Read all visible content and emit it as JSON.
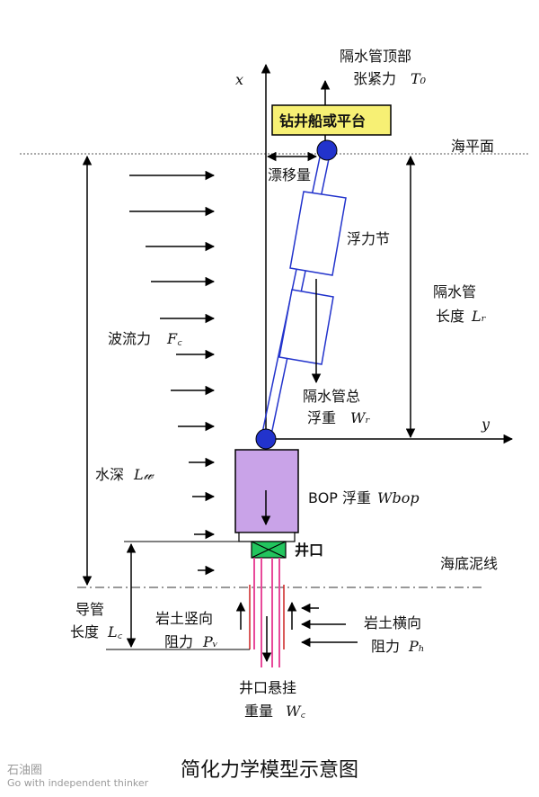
{
  "labels": {
    "x_axis": "x",
    "y_axis": "y",
    "top_tension_1": "隔水管顶部",
    "top_tension_2": "张紧力",
    "top_tension_sym": "T₀",
    "platform": "钻井船或平台",
    "sea_level": "海平面",
    "drift": "漂移量",
    "buoyancy_section": "浮力节",
    "riser_length_1": "隔水管",
    "riser_length_2": "长度",
    "riser_length_sym": "Lᵣ",
    "wave_force": "波流力",
    "wave_force_sym": "F꜀",
    "riser_weight_1": "隔水管总",
    "riser_weight_2": "浮重",
    "riser_weight_sym": "Wᵣ",
    "water_depth": "水深",
    "water_depth_sym": "L𝓌",
    "bop": "BOP 浮重",
    "bop_sym": "Wbop",
    "wellhead": "井口",
    "mudline": "海底泥线",
    "conductor_1": "导管",
    "conductor_2": "长度",
    "conductor_sym": "L꜀",
    "soil_v_1": "岩土竖向",
    "soil_v_2": "阻力",
    "soil_v_sym": "Pᵥ",
    "soil_h_1": "岩土横向",
    "soil_h_2": "阻力",
    "soil_h_sym": "Pₕ",
    "wh_load_1": "井口悬挂",
    "wh_load_2": "重量",
    "wh_load_sym": "W꜀"
  },
  "caption": "简化力学模型示意图",
  "watermark": {
    "line1": "石油圈",
    "line2": "Go with independent thinker"
  },
  "colors": {
    "riser": "#2233cc",
    "bop": "#c9a3e8",
    "platform": "#f7f074",
    "wellhead": "#22c55e",
    "conductor": "#e84a9a",
    "conductor_inner": "#cc2222"
  }
}
